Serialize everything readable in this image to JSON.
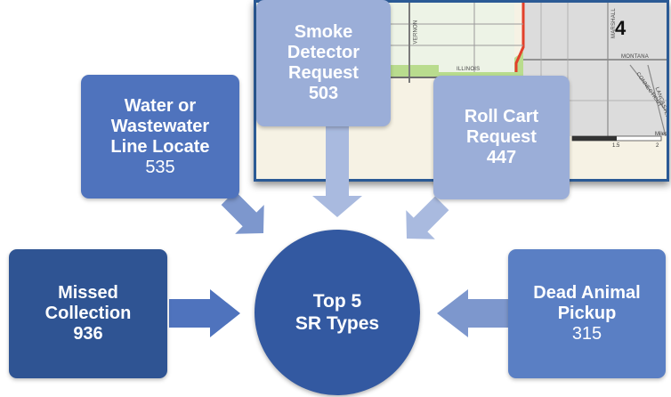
{
  "colors": {
    "dark_blue": "#2f5493",
    "mid_blue": "#4f73bd",
    "light_blue": "#9baed8",
    "center_blue": "#3359a1",
    "map_border": "#2b5a95"
  },
  "map": {
    "district_number": "4",
    "streets": [
      "VERNON",
      "ILLINOIS",
      "MARSHALL",
      "MONTANA",
      "CONNECTICUT",
      "LANCASTER"
    ],
    "scale_labels": [
      "1.5",
      "2",
      "Miles"
    ]
  },
  "center": {
    "label": "Top 5\nSR Types"
  },
  "boxes": {
    "smoke": {
      "label": "Smoke\nDetector\nRequest",
      "count": "503"
    },
    "water": {
      "label": "Water or\nWastewater\nLine Locate",
      "count": "535"
    },
    "rollcart": {
      "label": "Roll Cart\nRequest",
      "count": "447"
    },
    "missed": {
      "label": "Missed\nCollection",
      "count": "936"
    },
    "dead": {
      "label": "Dead Animal\nPickup",
      "count": "315"
    }
  }
}
